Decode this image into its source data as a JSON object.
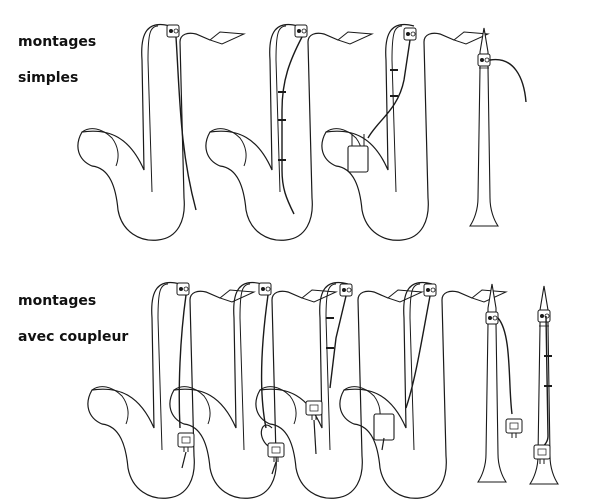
{
  "sections": [
    {
      "label_line1": "montages",
      "label_line2": "simples"
    },
    {
      "label_line1": "montages",
      "label_line2": "avec coupleur"
    }
  ],
  "colors": {
    "ink": "#1a1a1a",
    "background": "#ffffff"
  }
}
